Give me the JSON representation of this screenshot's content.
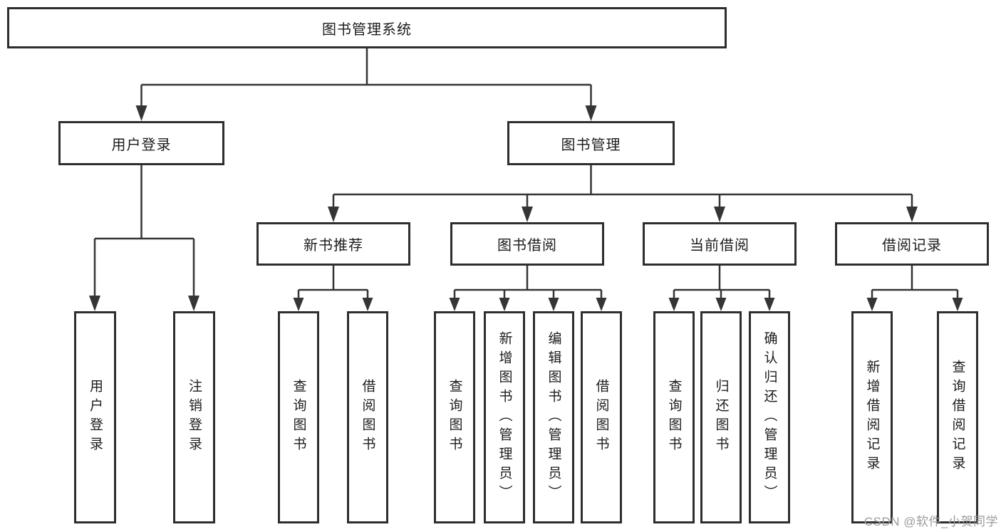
{
  "diagram": {
    "root": {
      "label": "图书管理系统"
    },
    "branches": [
      {
        "label": "用户登录",
        "children": [
          {
            "label": "用户登录"
          },
          {
            "label": "注销登录"
          }
        ]
      },
      {
        "label": "图书管理",
        "groups": [
          {
            "label": "新书推荐",
            "children": [
              {
                "label": "查询图书"
              },
              {
                "label": "借阅图书"
              }
            ]
          },
          {
            "label": "图书借阅",
            "children": [
              {
                "label": "查询图书"
              },
              {
                "label": "新增图书（管理员）"
              },
              {
                "label": "编辑图书（管理员）"
              },
              {
                "label": "借阅图书"
              }
            ]
          },
          {
            "label": "当前借阅",
            "children": [
              {
                "label": "查询图书"
              },
              {
                "label": "归还图书"
              },
              {
                "label": "确认归还（管理员）"
              }
            ]
          },
          {
            "label": "借阅记录",
            "children": [
              {
                "label": "新增借阅记录"
              },
              {
                "label": "查询借阅记录"
              }
            ]
          }
        ]
      }
    ]
  },
  "colors": {
    "line": "#353535",
    "box_border": "#2e2e2e",
    "text": "#1c1c1c",
    "watermark_gray": "#9b9b9b",
    "background": "#ffffff"
  },
  "watermark": {
    "text": "CSDN @软件_小贺同学"
  }
}
